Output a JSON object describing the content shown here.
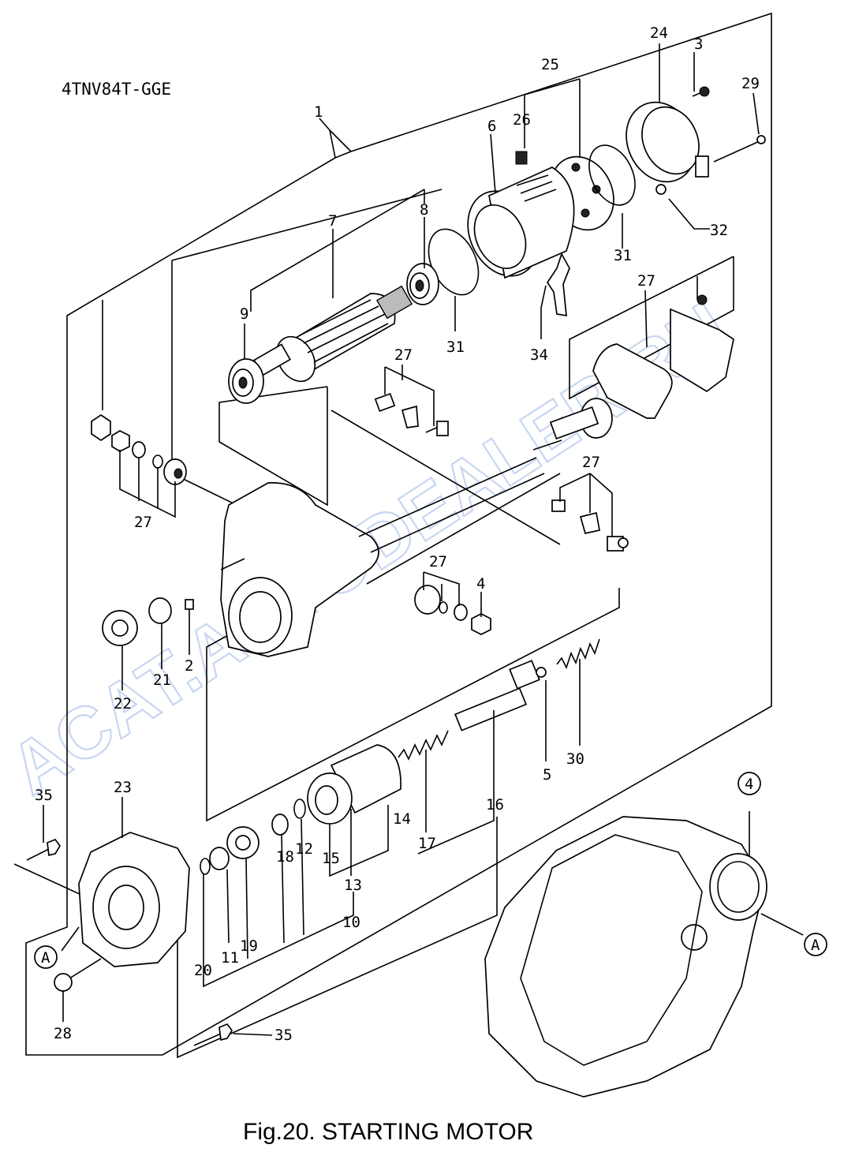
{
  "model_code": "4TNV84T-GGE",
  "caption": "Fig.20.  STARTING MOTOR",
  "watermark": "ACAT.AUTODEALER.RU",
  "labels": [
    {
      "id": "L1",
      "text": "1"
    },
    {
      "id": "L2",
      "text": "2"
    },
    {
      "id": "L3",
      "text": "3"
    },
    {
      "id": "L4a",
      "text": "4"
    },
    {
      "id": "L5",
      "text": "5"
    },
    {
      "id": "L6",
      "text": "6"
    },
    {
      "id": "L7",
      "text": "7"
    },
    {
      "id": "L8",
      "text": "8"
    },
    {
      "id": "L9",
      "text": "9"
    },
    {
      "id": "L10",
      "text": "10"
    },
    {
      "id": "L11",
      "text": "11"
    },
    {
      "id": "L12",
      "text": "12"
    },
    {
      "id": "L13",
      "text": "13"
    },
    {
      "id": "L14",
      "text": "14"
    },
    {
      "id": "L15",
      "text": "15"
    },
    {
      "id": "L16",
      "text": "16"
    },
    {
      "id": "L17",
      "text": "17"
    },
    {
      "id": "L18",
      "text": "18"
    },
    {
      "id": "L19",
      "text": "19"
    },
    {
      "id": "L20",
      "text": "20"
    },
    {
      "id": "L21",
      "text": "21"
    },
    {
      "id": "L22",
      "text": "22"
    },
    {
      "id": "L23",
      "text": "23"
    },
    {
      "id": "L24",
      "text": "24"
    },
    {
      "id": "L25",
      "text": "25"
    },
    {
      "id": "L26",
      "text": "26"
    },
    {
      "id": "L27a",
      "text": "27"
    },
    {
      "id": "L27b",
      "text": "27"
    },
    {
      "id": "L27c",
      "text": "27"
    },
    {
      "id": "L27d",
      "text": "27"
    },
    {
      "id": "L27e",
      "text": "27"
    },
    {
      "id": "L28",
      "text": "28"
    },
    {
      "id": "L29",
      "text": "29"
    },
    {
      "id": "L30",
      "text": "30"
    },
    {
      "id": "L31a",
      "text": "31"
    },
    {
      "id": "L31b",
      "text": "31"
    },
    {
      "id": "L32",
      "text": "32"
    },
    {
      "id": "L34",
      "text": "34"
    },
    {
      "id": "L35a",
      "text": "35"
    },
    {
      "id": "L35b",
      "text": "35"
    }
  ],
  "callouts": [
    {
      "id": "C4",
      "text": "4"
    },
    {
      "id": "CA1",
      "text": "A"
    },
    {
      "id": "CA2",
      "text": "A"
    }
  ]
}
